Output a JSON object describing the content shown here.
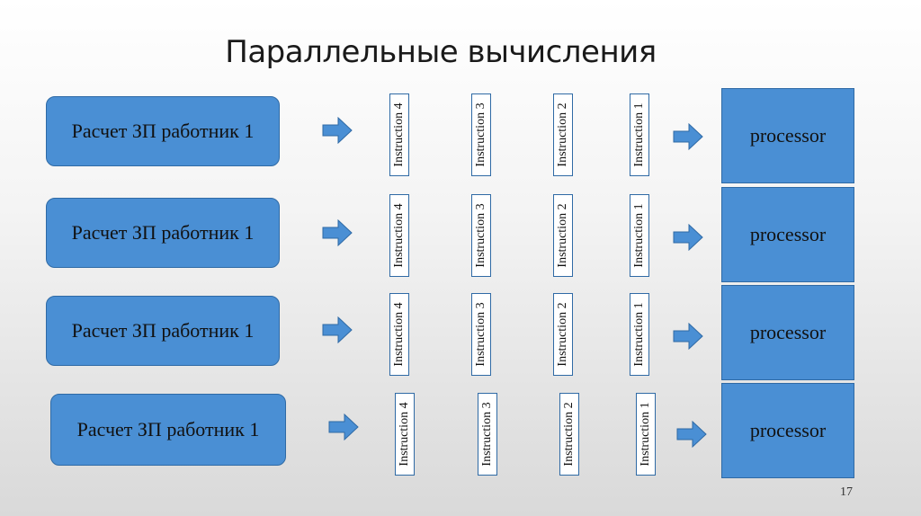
{
  "slide": {
    "title": "Параллельные вычисления",
    "page_number": "17"
  },
  "rows": [
    {
      "task": "Расчет ЗП работник 1",
      "instructions": [
        "Instruction 4",
        "Instruction 3",
        "Instruction 2",
        "Instruction 1"
      ],
      "processor": "processor"
    },
    {
      "task": "Расчет ЗП работник 1",
      "instructions": [
        "Instruction 4",
        "Instruction 3",
        "Instruction 2",
        "Instruction 1"
      ],
      "processor": "processor"
    },
    {
      "task": "Расчет ЗП работник 1",
      "instructions": [
        "Instruction 4",
        "Instruction 3",
        "Instruction 2",
        "Instruction 1"
      ],
      "processor": "processor"
    },
    {
      "task": "Расчет ЗП работник 1",
      "instructions": [
        "Instruction 4",
        "Instruction 3",
        "Instruction 2",
        "Instruction 1"
      ],
      "processor": "processor"
    }
  ],
  "colors": {
    "shape_fill": "#4a8fd4",
    "shape_border": "#2f6aa5",
    "instruction_fill": "#ffffff"
  }
}
